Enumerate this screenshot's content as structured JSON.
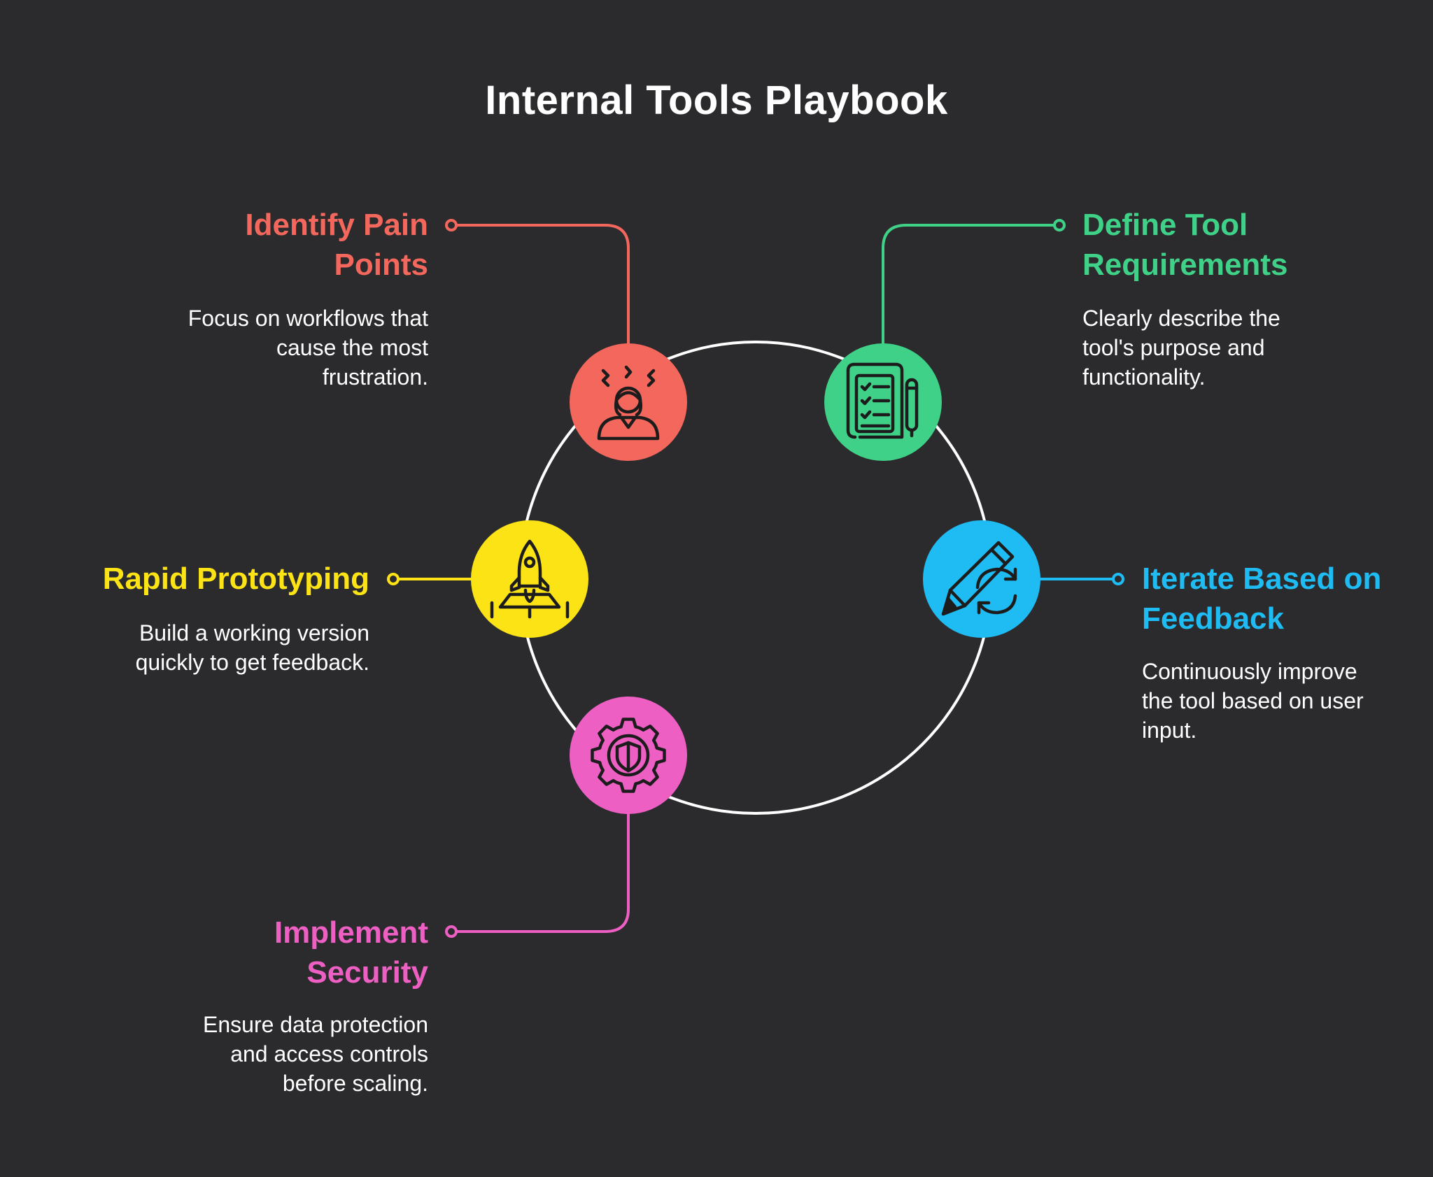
{
  "title": "Internal Tools Playbook",
  "steps": [
    {
      "id": "identify",
      "heading": [
        "Identify Pain",
        "Points"
      ],
      "description": [
        "Focus on workflows that",
        "cause the most",
        "frustration."
      ],
      "color": "#f4675d",
      "icon": "frustrated-person-icon"
    },
    {
      "id": "define",
      "heading": [
        "Define Tool",
        "Requirements"
      ],
      "description": [
        "Clearly describe the",
        "tool's purpose and",
        "functionality."
      ],
      "color": "#3fd188",
      "icon": "checklist-document-icon"
    },
    {
      "id": "iterate",
      "heading": [
        "Iterate Based on",
        "Feedback"
      ],
      "description": [
        "Continuously improve",
        "the tool based on user",
        "input."
      ],
      "color": "#1fbcf4",
      "icon": "pencil-refresh-icon"
    },
    {
      "id": "prototype",
      "heading": [
        "Rapid Prototyping"
      ],
      "description": [
        "Build a working version",
        "quickly to get feedback."
      ],
      "color": "#fce316",
      "icon": "rocket-launch-icon"
    },
    {
      "id": "security",
      "heading": [
        "Implement",
        "Security"
      ],
      "description": [
        "Ensure data protection",
        "and access controls",
        "before scaling."
      ],
      "color": "#ee5fc4",
      "icon": "gear-shield-icon"
    }
  ]
}
